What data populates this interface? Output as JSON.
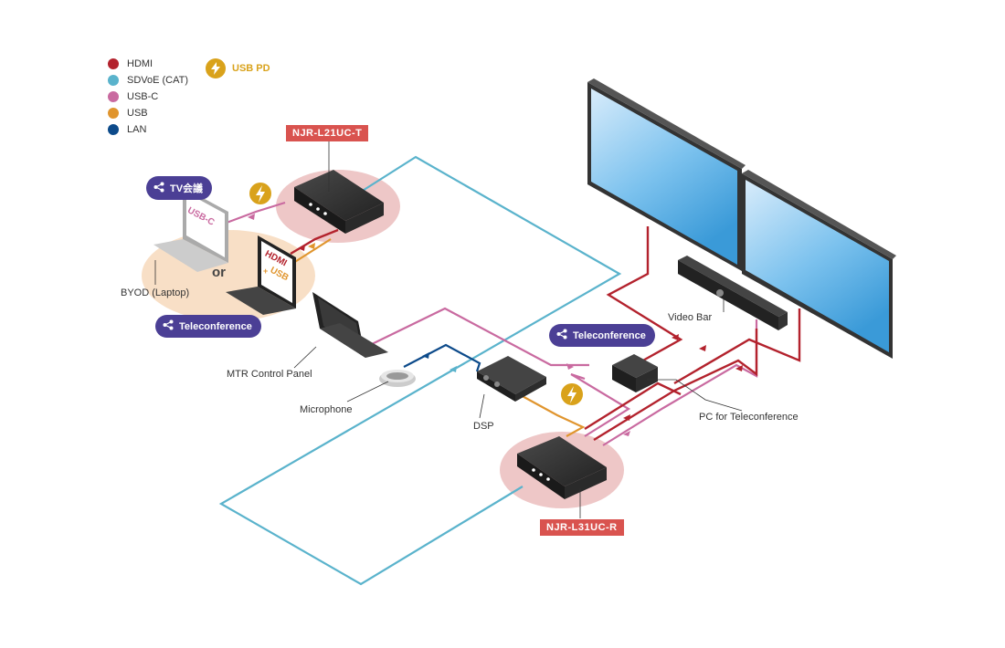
{
  "legend": {
    "items": [
      {
        "label": "HDMI",
        "color": "#b3222d"
      },
      {
        "label": "SDVoE (CAT)",
        "color": "#5ab3cc"
      },
      {
        "label": "USB-C",
        "color": "#c96aa0"
      },
      {
        "label": "USB",
        "color": "#e0952e"
      },
      {
        "label": "LAN",
        "color": "#0c4a8a"
      }
    ],
    "usb_pd": {
      "label": "USB PD",
      "color": "#d9a21b",
      "icon": "lightning-icon"
    }
  },
  "devices": {
    "transmitter": "NJR-L21UC-T",
    "receiver": "NJR-L31UC-R",
    "byod": "BYOD (Laptop)",
    "mtr": "MTR Control Panel",
    "microphone": "Microphone",
    "dsp": "DSP",
    "video_bar": "Video Bar",
    "pc": "PC for Teleconference"
  },
  "bubbles": {
    "tv": "TV会議",
    "teleconference_left": "Teleconference",
    "teleconference_right": "Teleconference"
  },
  "laptop_screens": {
    "usbc": "USB-C",
    "hdmi": "HDMI",
    "plus": "+",
    "usb": "USB"
  },
  "or_text": "or"
}
